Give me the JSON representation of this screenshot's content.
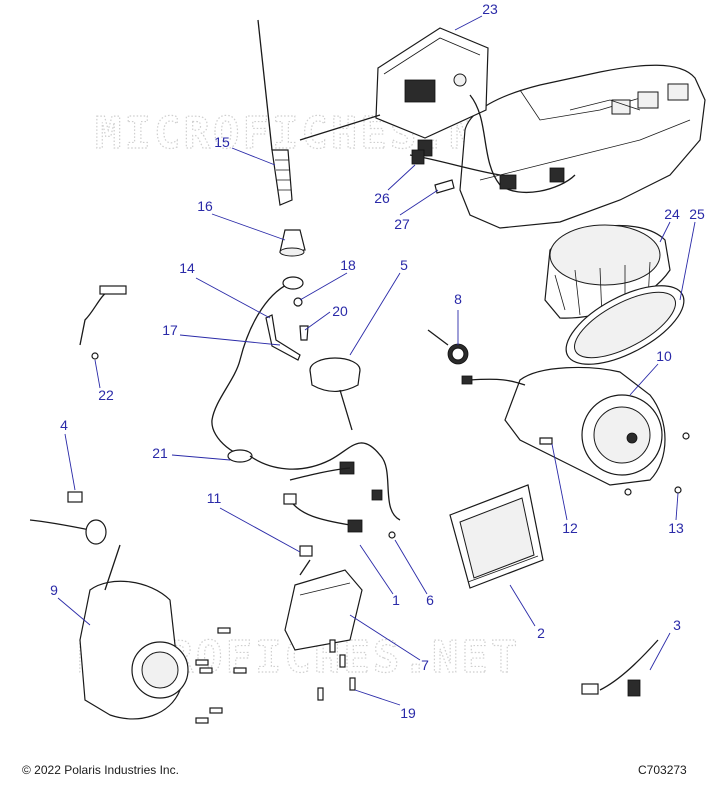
{
  "watermark": [
    "MICROFICHES.NET",
    "MICROFICHES.NET"
  ],
  "callouts": [
    {
      "id": "1",
      "text": "1"
    },
    {
      "id": "2",
      "text": "2"
    },
    {
      "id": "3",
      "text": "3"
    },
    {
      "id": "4",
      "text": "4"
    },
    {
      "id": "5",
      "text": "5"
    },
    {
      "id": "6",
      "text": "6"
    },
    {
      "id": "7",
      "text": "7"
    },
    {
      "id": "8",
      "text": "8"
    },
    {
      "id": "9",
      "text": "9"
    },
    {
      "id": "10",
      "text": "10"
    },
    {
      "id": "11",
      "text": "11"
    },
    {
      "id": "12",
      "text": "12"
    },
    {
      "id": "13",
      "text": "13"
    },
    {
      "id": "14",
      "text": "14"
    },
    {
      "id": "15",
      "text": "15"
    },
    {
      "id": "16",
      "text": "16"
    },
    {
      "id": "17",
      "text": "17"
    },
    {
      "id": "18",
      "text": "18"
    },
    {
      "id": "19",
      "text": "19"
    },
    {
      "id": "20",
      "text": "20"
    },
    {
      "id": "21",
      "text": "21"
    },
    {
      "id": "22",
      "text": "22"
    },
    {
      "id": "23",
      "text": "23"
    },
    {
      "id": "24",
      "text": "24"
    },
    {
      "id": "25",
      "text": "25"
    },
    {
      "id": "26",
      "text": "26"
    },
    {
      "id": "27",
      "text": "27"
    }
  ],
  "footer": {
    "copyright": "© 2022 Polaris Industries Inc.",
    "diagram_code": "C703273"
  },
  "colors": {
    "callout": "#2a2aa8",
    "line_art": "#1a1a1a",
    "watermark": "#cfcfcf"
  }
}
